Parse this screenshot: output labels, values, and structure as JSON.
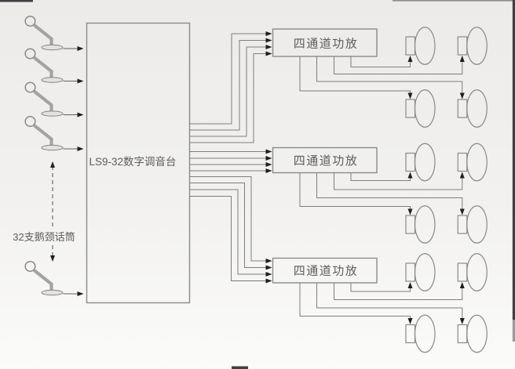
{
  "diagram": {
    "type": "audio-system-wiring-diagram",
    "background_color": "#f1f0ee",
    "line_color": "#7d7d7d",
    "arrow_color": "#1f1f1f",
    "text_color": "#5d5d5d",
    "mixer": {
      "label": "LS9-32数字调音台"
    },
    "microphones": {
      "group_label": "32支鹅颈话筒",
      "icon": "gooseneck-mic-icon",
      "icons_visible": 5
    },
    "amplifiers": [
      {
        "label": "四通道功放",
        "input_arrows": 4,
        "output_lines": 4
      },
      {
        "label": "四通道功放",
        "input_arrows": 4,
        "output_lines": 4
      },
      {
        "label": "四通道功放",
        "input_arrows": 4,
        "output_lines": 4
      }
    ],
    "speakers": {
      "icon": "cone-speaker-icon",
      "icons_visible": 12,
      "per_amplifier": 4
    }
  }
}
